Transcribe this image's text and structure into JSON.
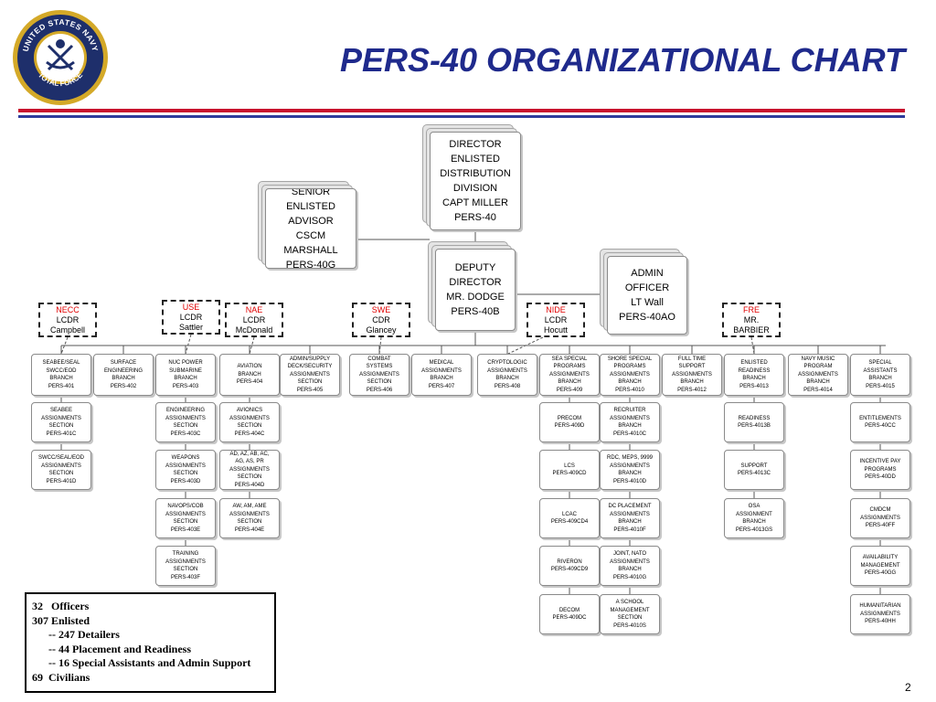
{
  "header": {
    "title": "PERS-40 ORGANIZATIONAL CHART",
    "seal": {
      "top_text": "UNITED STATES NAVY",
      "bottom_text": "TOTAL FORCE"
    },
    "colors": {
      "title": "#1f2a8c",
      "rule_red": "#c8102e",
      "rule_blue": "#2e3b9c",
      "seal_blue": "#1e2f6b",
      "seal_gold": "#d4a928"
    }
  },
  "leaders": {
    "director": [
      "DIRECTOR",
      "ENLISTED",
      "DISTRIBUTION",
      "DIVISION",
      "CAPT MILLER",
      "PERS-40"
    ],
    "senior_advisor": [
      "SENIOR",
      "ENLISTED",
      "ADVISOR",
      "CSCM",
      "MARSHALL",
      "PERS-40G"
    ],
    "deputy": [
      "DEPUTY",
      "DIRECTOR",
      "MR. DODGE",
      "PERS-40B"
    ],
    "admin": [
      "ADMIN",
      "OFFICER",
      "LT Wall",
      "PERS-40AO"
    ]
  },
  "liaisons": [
    {
      "abbr": "NECC",
      "rank": "LCDR",
      "name": "Campbell"
    },
    {
      "abbr": "USE",
      "rank": "LCDR",
      "name": "Sattler"
    },
    {
      "abbr": "NAE",
      "rank": "LCDR",
      "name": "McDonald"
    },
    {
      "abbr": "SWE",
      "rank": "CDR",
      "name": "Glancey"
    },
    {
      "abbr": "NIDE",
      "rank": "LCDR",
      "name": "Hocutt"
    },
    {
      "abbr": "FRE",
      "rank": "MR.",
      "name": "BARBIER"
    }
  ],
  "columns": [
    {
      "items": [
        [
          "SEABEE/SEAL",
          "SWCC/EOD",
          "BRANCH",
          "PERS-401"
        ],
        [
          "SEABEE",
          "ASSIGNMENTS",
          "SECTION",
          "PERS-401C"
        ],
        [
          "SWCC/SEAL/EOD",
          "ASSIGNMENTS",
          "SECTION",
          "PERS-401D"
        ]
      ]
    },
    {
      "items": [
        [
          "SURFACE",
          "ENGINEERING",
          "BRANCH",
          "PERS-402"
        ]
      ]
    },
    {
      "items": [
        [
          "NUC POWER",
          "SUBMARINE",
          "BRANCH",
          "PERS-403"
        ],
        [
          "ENGINEERING",
          "ASSIGNMENTS",
          "SECTION",
          "PERS-403C"
        ],
        [
          "WEAPONS",
          "ASSIGNMENTS",
          "SECTION",
          "PERS-403D"
        ],
        [
          "NAVOPS/COB",
          "ASSIGNMENTS",
          "SECTION",
          "PERS-403E"
        ],
        [
          "TRAINING",
          "ASSIGNMENTS",
          "SECTION",
          "PERS-403F"
        ]
      ]
    },
    {
      "items": [
        [
          "AVIATION",
          "BRANCH",
          "PERS-404"
        ],
        [
          "AVIONICS",
          "ASSIGNMENTS",
          "SECTION",
          "PERS-404C"
        ],
        [
          "AD, AZ, AB, AC,",
          "AG, AS, PR",
          "ASSIGNMENTS",
          "SECTION",
          "PERS-404D"
        ],
        [
          "AW, AM, AME",
          "ASSIGNMENTS",
          "SECTION",
          "PERS-404E"
        ]
      ]
    },
    {
      "items": [
        [
          "ADMIN/SUPPLY",
          "DECK/SECURITY",
          "ASSIGNMENTS",
          "SECTION",
          "PERS-405"
        ]
      ]
    },
    {
      "items": [
        [
          "COMBAT",
          "SYSTEMS",
          "ASSIGNMENTS",
          "SECTION",
          "PERS-406"
        ]
      ]
    },
    {
      "items": [
        [
          "MEDICAL",
          "ASSIGNMENTS",
          "BRANCH",
          "PERS-407"
        ]
      ]
    },
    {
      "items": [
        [
          "CRYPTOLOGIC",
          "ASSIGNMENTS",
          "BRANCH",
          "PERS-408"
        ]
      ]
    },
    {
      "items": [
        [
          "SEA SPECIAL",
          "PROGRAMS",
          "ASSIGNMENTS",
          "BRANCH",
          "PERS-409"
        ],
        [
          "PRECOM",
          "PERS-409D"
        ],
        [
          "LCS",
          "PERS-409CD"
        ],
        [
          "LCAC",
          "PERS-409CD4"
        ],
        [
          "RIVERON",
          "PERS-409CD9"
        ],
        [
          "DECOM",
          "PERS-409DC"
        ]
      ]
    },
    {
      "items": [
        [
          "SHORE SPECIAL",
          "PROGRAMS",
          "ASSIGNMENTS",
          "BRANCH",
          "PERS-4010"
        ],
        [
          "RECRUITER",
          "ASSIGNMENTS",
          "BRANCH",
          "PERS-4010C"
        ],
        [
          "RDC, MEPS, 9999",
          "ASSIGNMENTS",
          "BRANCH",
          "PERS-4010D"
        ],
        [
          "DC PLACEMENT",
          "ASSIGNMENTS",
          "BRANCH",
          "PERS-4010F"
        ],
        [
          "JOINT, NATO",
          "ASSIGNMENTS",
          "BRANCH",
          "PERS-4010G"
        ],
        [
          "A SCHOOL",
          "MANAGEMENT",
          "SECTION",
          "PERS-4010S"
        ]
      ]
    },
    {
      "items": [
        [
          "FULL TIME",
          "SUPPORT",
          "ASSIGNMENTS",
          "BRANCH",
          "PERS-4012"
        ]
      ]
    },
    {
      "items": [
        [
          "ENLISTED",
          "READINESS",
          "BRANCH",
          "PERS-4013"
        ],
        [
          "READINESS",
          "PERS-4013B"
        ],
        [
          "SUPPORT",
          "PERS-4013C"
        ],
        [
          "OSA",
          "ASSIGNMENT",
          "BRANCH",
          "PERS-4013GS"
        ]
      ]
    },
    {
      "items": [
        [
          "NAVY MUSIC",
          "PROGRAM",
          "ASSIGNMENTS",
          "BRANCH",
          "PERS-4014"
        ]
      ]
    },
    {
      "items": [
        [
          "SPECIAL",
          "ASSISTANTS",
          "BRANCH",
          "PERS-4015"
        ],
        [
          "ENTITLEMENTS",
          "PERS-40CC"
        ],
        [
          "INCENTIVE PAY",
          "PROGRAMS",
          "PERS-40DD"
        ],
        [
          "CMDCM",
          "ASSIGNMENTS",
          "PERS-40FF"
        ],
        [
          "AVAILABILITY",
          "MANAGEMENT",
          "PERS-40GG"
        ],
        [
          "HUMANITARIAN",
          "ASSIGNMENTS",
          "PERS-40HH"
        ]
      ]
    }
  ],
  "summary": [
    "32   Officers",
    "307 Enlisted",
    "      -- 247 Detailers",
    "      -- 44 Placement and Readiness",
    "      -- 16 Special Assistants and Admin Support",
    "69  Civilians"
  ],
  "page_number": "2"
}
